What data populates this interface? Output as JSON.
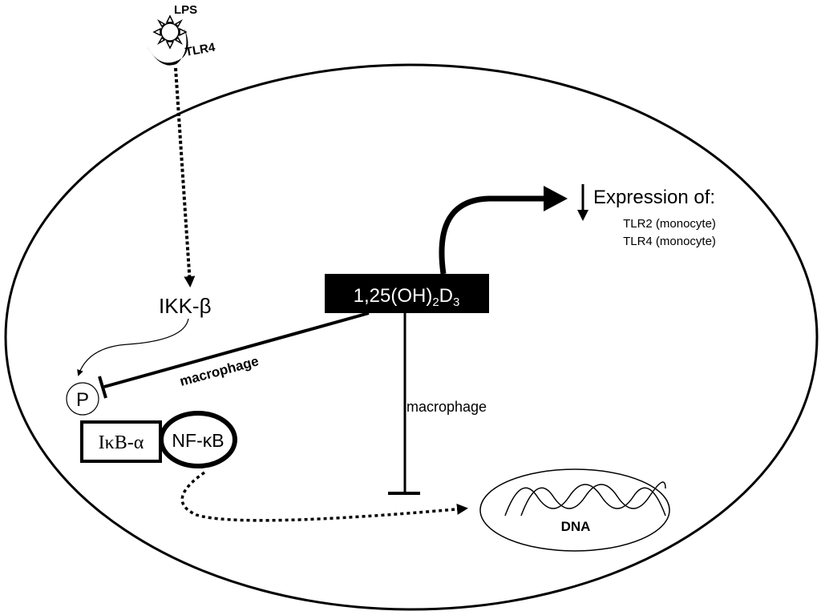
{
  "receptor": {
    "ligand": "LPS",
    "receptor": "TLR4"
  },
  "kinase": {
    "label": "IKK-β"
  },
  "phospho": {
    "label": "P"
  },
  "ikb": {
    "label": "IκB-α"
  },
  "nfkb": {
    "label": "NF-κB"
  },
  "vitd": {
    "main": "1,25(OH)",
    "sub1": "2",
    "d": "D",
    "sub2": "3"
  },
  "expression": {
    "title": "Expression of:",
    "items": [
      "TLR2 (monocyte)",
      "TLR4 (monocyte)"
    ]
  },
  "inhibition_labels": {
    "ikb": "macrophage",
    "nucleus": "macrophage"
  },
  "nucleus": {
    "label": "DNA"
  }
}
